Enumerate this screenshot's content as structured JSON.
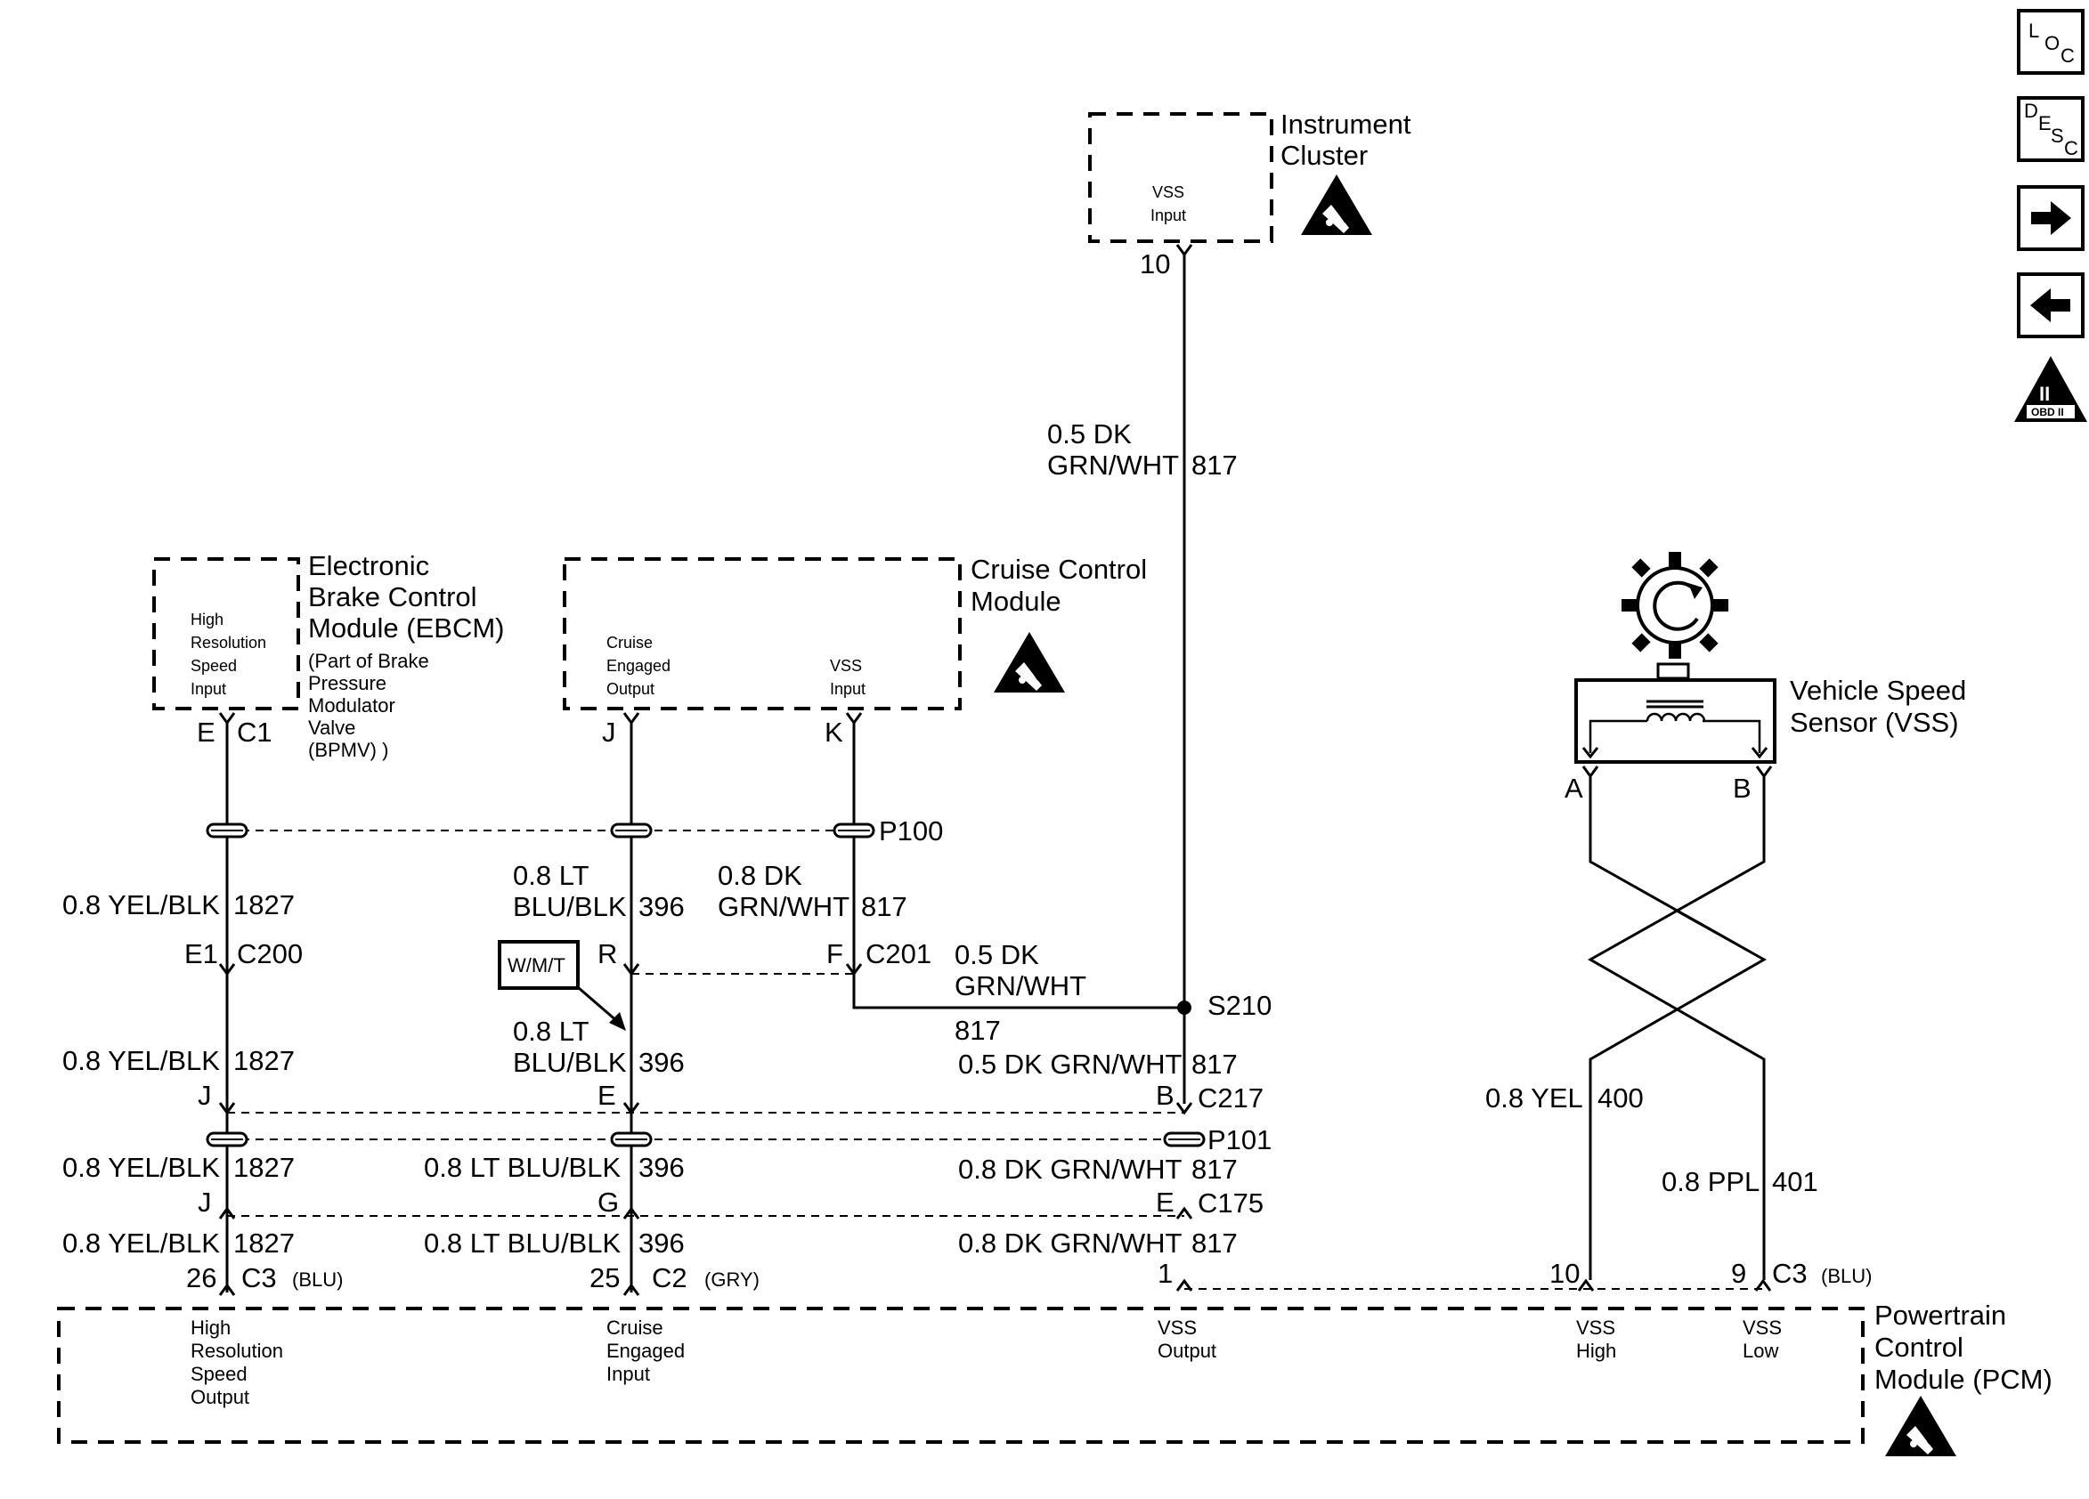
{
  "nav": {
    "loc": [
      "L",
      "O",
      "C"
    ],
    "desc": [
      "D",
      "E",
      "S",
      "C"
    ],
    "next_icon": "right-arrow-icon",
    "prev_icon": "left-arrow-icon",
    "obd_label": "II",
    "obd_text": "OBD II"
  },
  "instrument_cluster": {
    "title_line1": "Instrument",
    "title_line2": "Cluster",
    "input_line1": "VSS",
    "input_line2": "Input",
    "pin": "10",
    "esd_icon": "esd-sensitive-icon"
  },
  "ebcm": {
    "title_line1": "Electronic",
    "title_line2": "Brake Control",
    "title_line3": "Module (EBCM)",
    "note_line1": "(Part of Brake",
    "note_line2": "Pressure",
    "note_line3": "Modulator",
    "note_line4": "Valve",
    "note_line5": "(BPMV) )",
    "input_line1": "High",
    "input_line2": "Resolution",
    "input_line3": "Speed",
    "input_line4": "Input",
    "pin": "E",
    "connector": "C1"
  },
  "ccm": {
    "title_line1": "Cruise Control",
    "title_line2": "Module",
    "out_line1": "Cruise",
    "out_line2": "Engaged",
    "out_line3": "Output",
    "in_line1": "VSS",
    "in_line2": "Input",
    "pin_out": "J",
    "pin_in": "K"
  },
  "vss": {
    "title_line1": "Vehicle Speed",
    "title_line2": "Sensor (VSS)",
    "pin_a": "A",
    "pin_b": "B",
    "sensor_icon": "rotating-sensor-icon"
  },
  "pcm": {
    "title_line1": "Powertrain",
    "title_line2": "Control",
    "title_line3": "Module (PCM)",
    "hr_line1": "High",
    "hr_line2": "Resolution",
    "hr_line3": "Speed",
    "hr_line4": "Output",
    "ce_line1": "Cruise",
    "ce_line2": "Engaged",
    "ce_line3": "Input",
    "vo_line1": "VSS",
    "vo_line2": "Output",
    "vh_line1": "VSS",
    "vh_line2": "High",
    "vl_line1": "VSS",
    "vl_line2": "Low"
  },
  "splices": {
    "p100": "P100",
    "p101": "P101",
    "s210": "S210"
  },
  "connectors": {
    "c200": "C200",
    "c201": "C201",
    "c217": "C217",
    "c175": "C175",
    "c3": "C3",
    "c3_color": "(BLU)",
    "c2": "C2",
    "c2_color": "(GRY)",
    "c3b": "C3",
    "c3b_color": "(BLU)"
  },
  "pins": {
    "e1": "E1",
    "r": "R",
    "f": "F",
    "j1": "J",
    "e2": "E",
    "b": "B",
    "j2": "J",
    "g": "G",
    "e3": "E",
    "p26": "26",
    "p25": "25",
    "p1": "1",
    "p10": "10",
    "p9": "9"
  },
  "wires": {
    "w817_top_size": "0.5 DK",
    "w817_top_color": "GRN/WHT",
    "w817_top_num": "817",
    "w1827_a_label": "0.8 YEL/BLK",
    "w1827_a_num": "1827",
    "w396_a_size": "0.8 LT",
    "w396_a_color": "BLU/BLK",
    "w396_a_num": "396",
    "w817_a_size": "0.8 DK",
    "w817_a_color": "GRN/WHT",
    "w817_a_num": "817",
    "w817_s_size": "0.5 DK",
    "w817_s_color": "GRN/WHT",
    "w817_s_num": "817",
    "wmt": "W/M/T",
    "w1827_b_label": "0.8 YEL/BLK",
    "w1827_b_num": "1827",
    "w396_b_size": "0.8 LT",
    "w396_b_color": "BLU/BLK",
    "w396_b_num": "396",
    "w817_b_label": "0.5 DK GRN/WHT",
    "w817_b_num": "817",
    "w400_label": "0.8 YEL",
    "w400_num": "400",
    "w1827_c_label": "0.8 YEL/BLK",
    "w1827_c_num": "1827",
    "w396_c_label": "0.8 LT BLU/BLK",
    "w396_c_num": "396",
    "w817_c_label": "0.8 DK GRN/WHT",
    "w817_c_num": "817",
    "w401_label": "0.8 PPL",
    "w401_num": "401",
    "w1827_d_label": "0.8 YEL/BLK",
    "w1827_d_num": "1827",
    "w396_d_label": "0.8 LT BLU/BLK",
    "w396_d_num": "396",
    "w817_d_label": "0.8 DK GRN/WHT",
    "w817_d_num": "817"
  }
}
